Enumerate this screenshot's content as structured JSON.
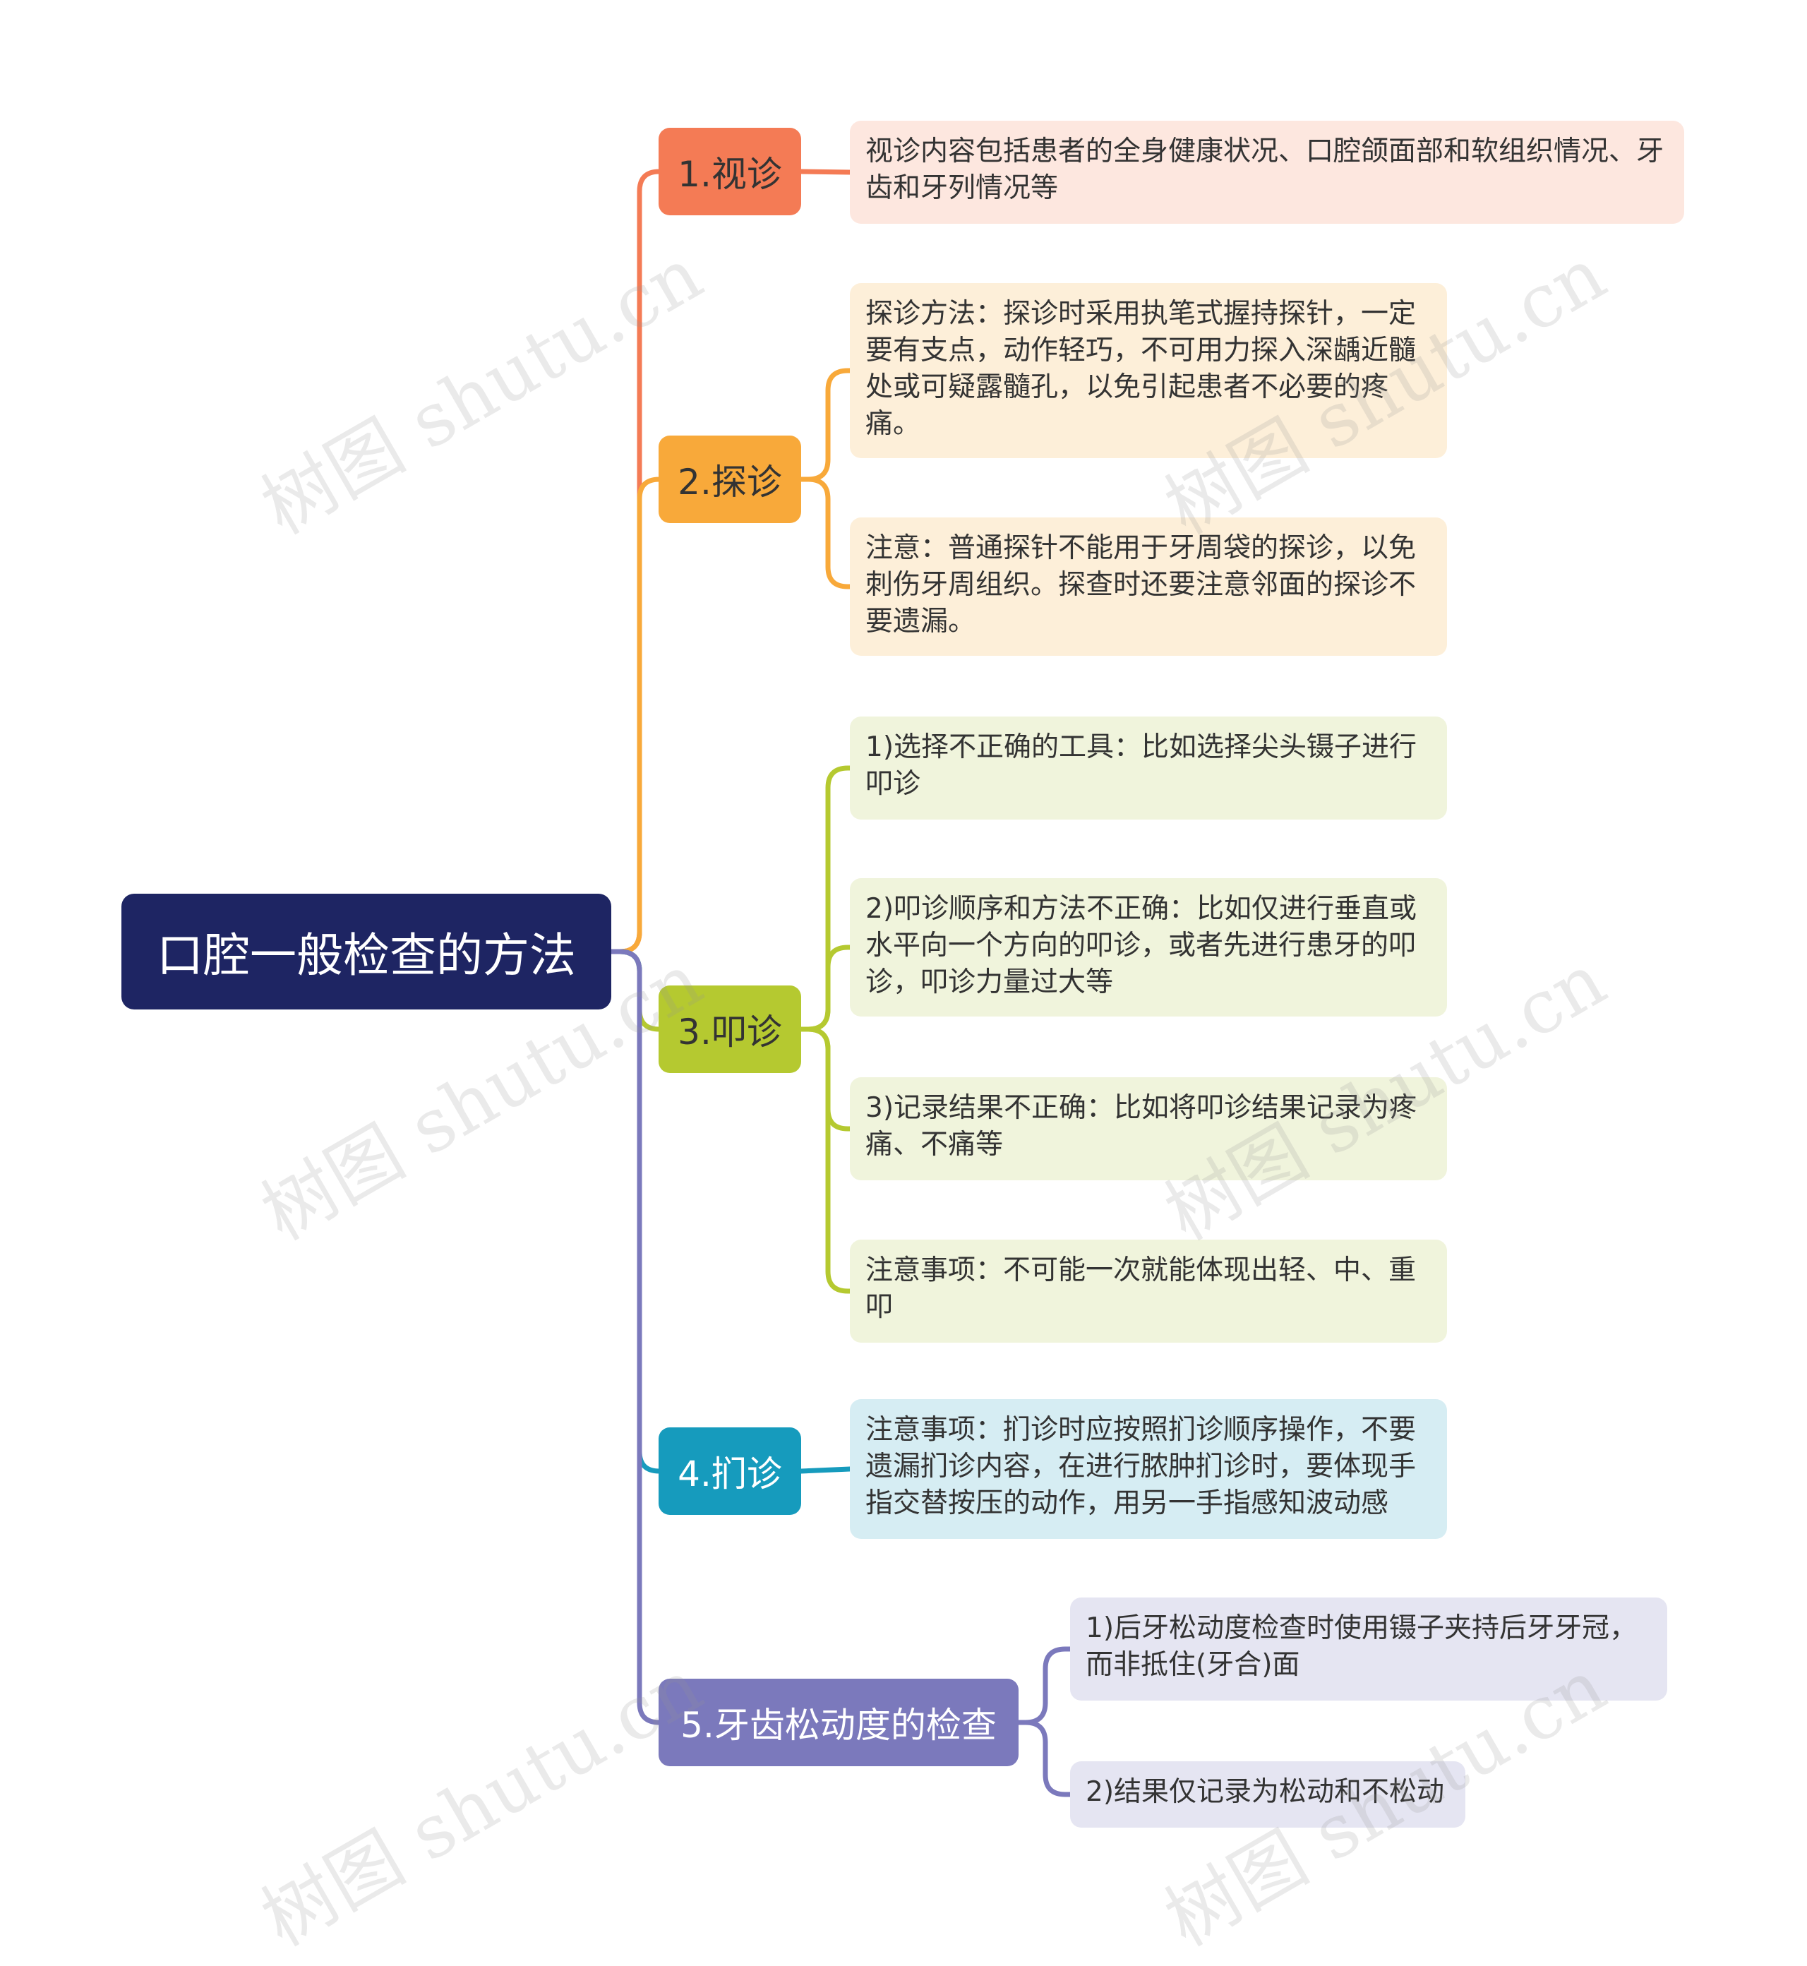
{
  "root": {
    "label": "口腔一般检查的方法"
  },
  "branches": [
    {
      "label": "1.视诊",
      "color": "#f47b55",
      "fill": "#fde7df",
      "text_color": "#333333",
      "children": [
        "视诊内容包括患者的全身健康状况、口腔颌面部和软组织情况、牙齿和牙列情况等"
      ]
    },
    {
      "label": "2.探诊",
      "color": "#f8a93a",
      "fill": "#fdefd9",
      "text_color": "#333333",
      "children": [
        "探诊方法：探诊时采用执笔式握持探针，一定要有支点，动作轻巧，不可用力探入深龋近髓处或可疑露髓孔，以免引起患者不必要的疼痛。",
        "注意：普通探针不能用于牙周袋的探诊，以免刺伤牙周组织。探查时还要注意邻面的探诊不要遗漏。"
      ]
    },
    {
      "label": "3.叩诊",
      "color": "#b5c930",
      "fill": "#f0f4dc",
      "text_color": "#333333",
      "children": [
        "1)选择不正确的工具：比如选择尖头镊子进行叩诊",
        "2)叩诊顺序和方法不正确：比如仅进行垂直或水平向一个方向的叩诊，或者先进行患牙的叩诊，叩诊力量过大等",
        "3)记录结果不正确：比如将叩诊结果记录为疼痛、不痛等",
        "注意事项：不可能一次就能体现出轻、中、重叩"
      ]
    },
    {
      "label": "4.扪诊",
      "color": "#169bbd",
      "fill": "#d6edf3",
      "text_color": "#ffffff",
      "children": [
        "注意事项：扪诊时应按照扪诊顺序操作，不要遗漏扪诊内容，在进行脓肿扪诊时，要体现手指交替按压的动作，用另一手指感知波动感"
      ]
    },
    {
      "label": "5.牙齿松动度的检查",
      "color": "#7b79bc",
      "fill": "#e5e5f2",
      "text_color": "#ffffff",
      "children": [
        "1)后牙松动度检查时使用镊子夹持后牙牙冠，而非抵住(牙合)面",
        "2)结果仅记录为松动和不松动"
      ]
    }
  ],
  "watermark": "树图 shutu.cn"
}
